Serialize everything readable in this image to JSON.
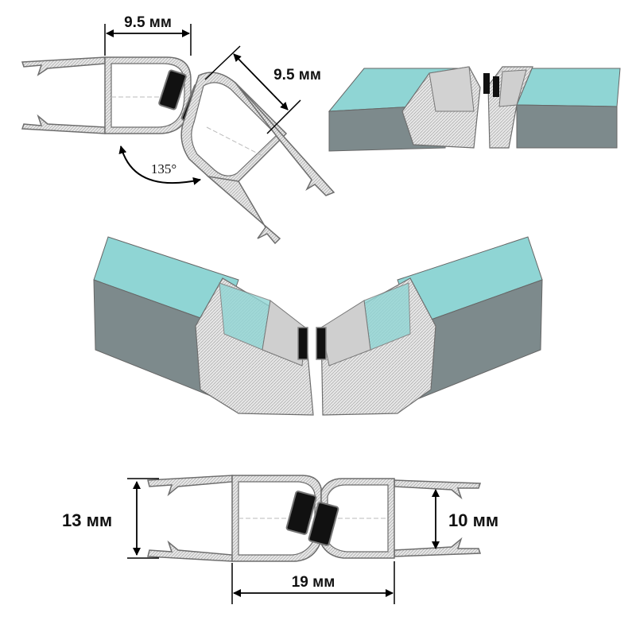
{
  "labels": {
    "top_width": "9.5 мм",
    "top_angled_width": "9.5 мм",
    "angle": "135°",
    "left_height": "13 мм",
    "right_height": "10 мм",
    "bottom_width": "19 мм"
  },
  "colors": {
    "profile_fill": "#d9d9d9",
    "profile_stroke": "#6e6e6e",
    "magnet": "#111111",
    "glass_top": "#8fd5d4",
    "glass_side": "#7d8a8c",
    "glass_front": "#a9b5b6",
    "dimension": "#000000"
  }
}
